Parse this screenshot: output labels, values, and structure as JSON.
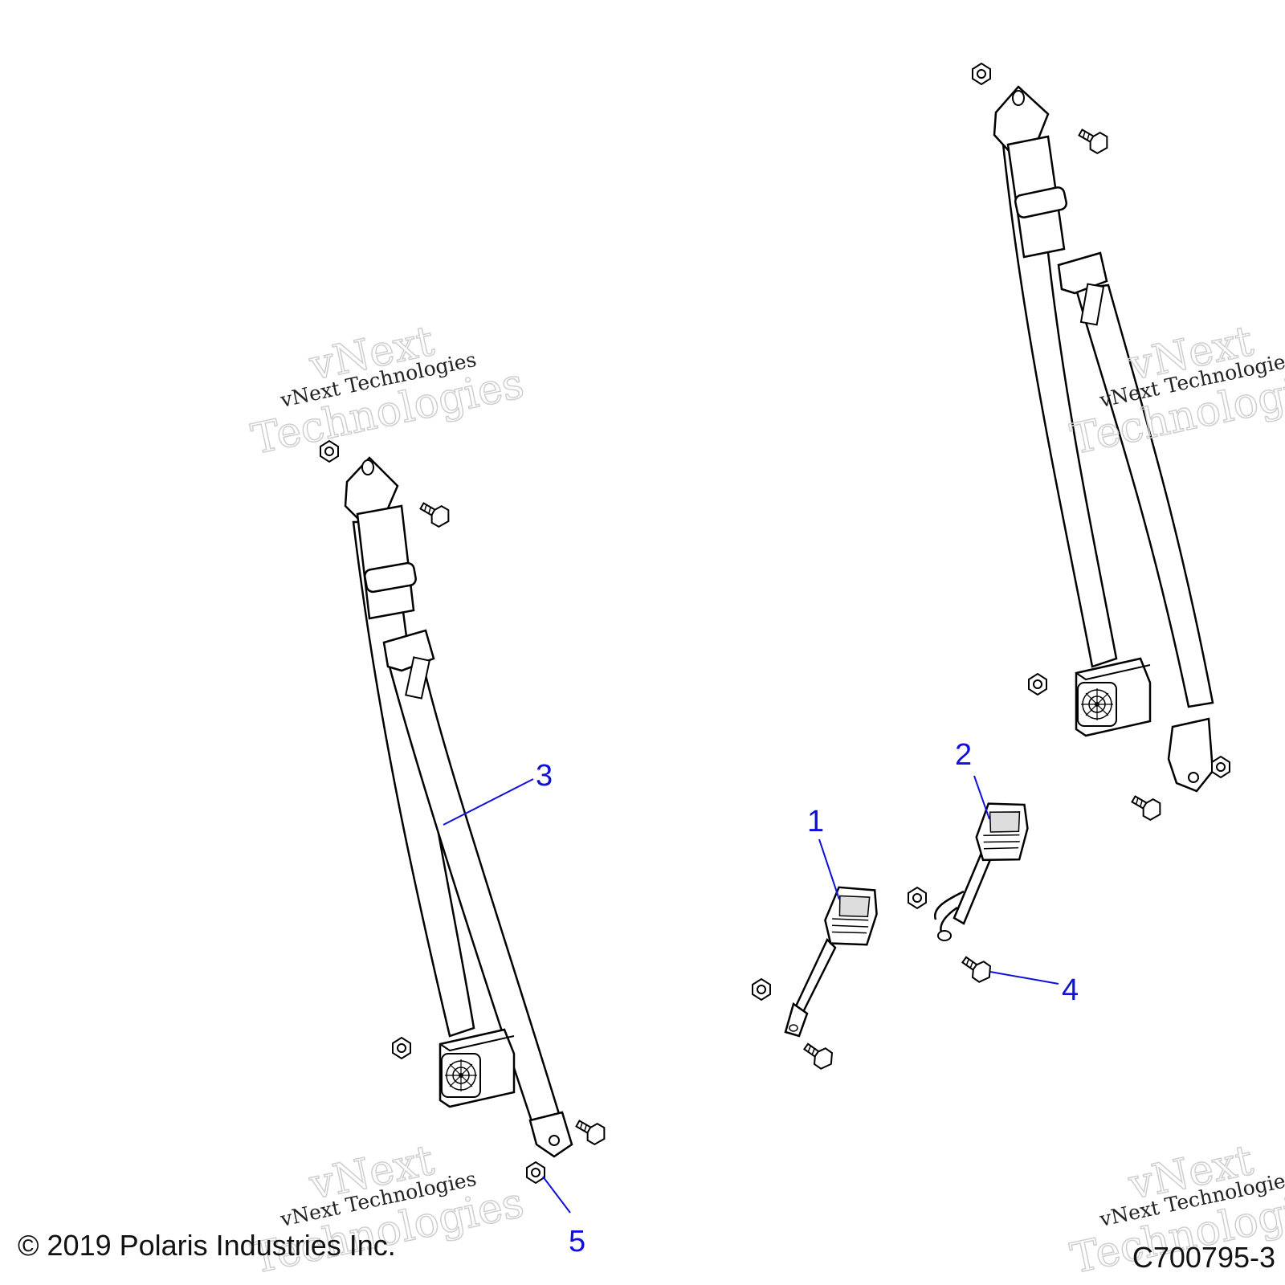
{
  "diagram": {
    "callouts": [
      {
        "id": "1",
        "label": "1"
      },
      {
        "id": "2",
        "label": "2"
      },
      {
        "id": "3",
        "label": "3"
      },
      {
        "id": "4",
        "label": "4"
      },
      {
        "id": "5",
        "label": "5"
      }
    ],
    "callout_color": "#1010d8",
    "line_color": "#000000"
  },
  "watermark": {
    "line_big_1": "vNext",
    "line_big_2": "Technologies",
    "line_small": "vNext Technologies"
  },
  "footer": {
    "copyright": "© 2019 Polaris Industries Inc.",
    "drawing_number": "C700795-3"
  }
}
